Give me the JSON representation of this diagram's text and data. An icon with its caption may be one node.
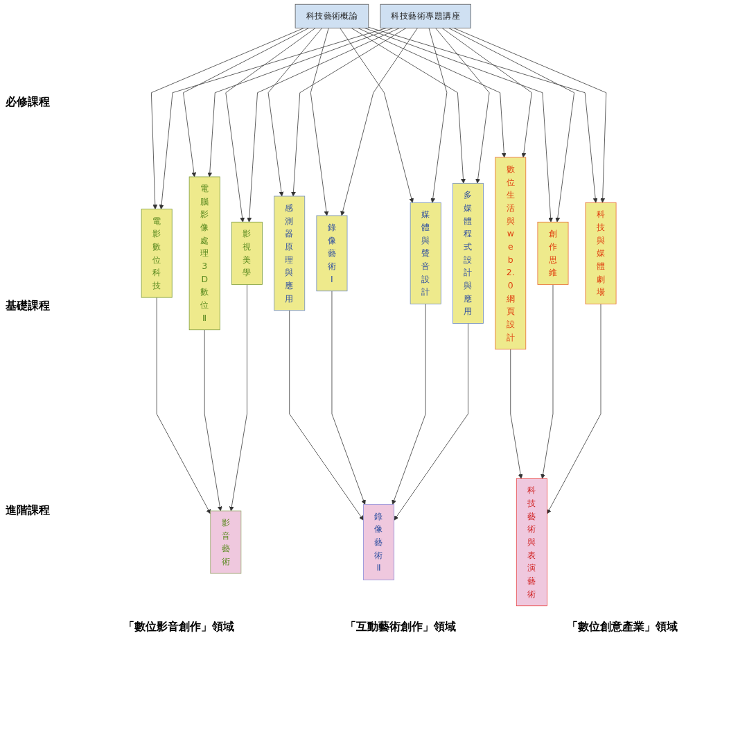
{
  "diagram": {
    "nodes": [
      {
        "text": [
          "科技藝術概論"
        ]
      },
      {
        "text": [
          "科技藝術專題講座"
        ]
      },
      {
        "text": [
          "電影數位科技"
        ]
      },
      {
        "text": [
          "電腦影像處理3D數位Ⅱ"
        ]
      },
      {
        "text": [
          "影視美學"
        ]
      },
      {
        "text": [
          "感測器原理與應用"
        ]
      },
      {
        "text": [
          "錄像藝術Ⅰ"
        ]
      },
      {
        "text": [
          "媒體與聲音設計"
        ]
      },
      {
        "text": [
          "多媒體程式設計與應用"
        ]
      },
      {
        "text": [
          "數位生活與web2.0網頁設計"
        ]
      },
      {
        "text": [
          "創作思維"
        ]
      },
      {
        "text": [
          "科技與媒體劇場"
        ]
      },
      {
        "text": [
          "影音藝術"
        ]
      },
      {
        "text": [
          "錄像藝術Ⅱ"
        ]
      },
      {
        "text": [
          "科技藝術與表演藝術"
        ]
      }
    ],
    "edges": [
      {
        "from": 0,
        "to": 2,
        "arrow": "to"
      },
      {
        "from": 0,
        "to": 3,
        "arrow": "to"
      },
      {
        "from": 0,
        "to": 4,
        "arrow": "to"
      },
      {
        "from": 0,
        "to": 5,
        "arrow": "to"
      },
      {
        "from": 0,
        "to": 6,
        "arrow": "to"
      },
      {
        "from": 0,
        "to": 7,
        "arrow": "to"
      },
      {
        "from": 0,
        "to": 8,
        "arrow": "to"
      },
      {
        "from": 0,
        "to": 9,
        "arrow": "to"
      },
      {
        "from": 0,
        "to": 10,
        "arrow": "to"
      },
      {
        "from": 0,
        "to": 11,
        "arrow": "to"
      },
      {
        "from": 1,
        "to": 2,
        "arrow": "to"
      },
      {
        "from": 1,
        "to": 3,
        "arrow": "to"
      },
      {
        "from": 1,
        "to": 4,
        "arrow": "to"
      },
      {
        "from": 1,
        "to": 5,
        "arrow": "to"
      },
      {
        "from": 1,
        "to": 6,
        "arrow": "to"
      },
      {
        "from": 1,
        "to": 7,
        "arrow": "to"
      },
      {
        "from": 1,
        "to": 8,
        "arrow": "to"
      },
      {
        "from": 1,
        "to": 9,
        "arrow": "to"
      },
      {
        "from": 1,
        "to": 10,
        "arrow": "to"
      },
      {
        "from": 1,
        "to": 11,
        "arrow": "to"
      },
      {
        "from": 2,
        "to": 12,
        "arrow": "to"
      },
      {
        "from": 3,
        "to": 12,
        "arrow": "to"
      },
      {
        "from": 4,
        "to": 12,
        "arrow": "to"
      },
      {
        "from": 5,
        "to": 13,
        "arrow": "to"
      },
      {
        "from": 6,
        "to": 13,
        "arrow": "to"
      },
      {
        "from": 7,
        "to": 13,
        "arrow": "to"
      },
      {
        "from": 8,
        "to": 13,
        "arrow": "to"
      },
      {
        "from": 9,
        "to": 14,
        "arrow": "to"
      },
      {
        "from": 10,
        "to": 14,
        "arrow": "to"
      },
      {
        "from": 11,
        "to": 14,
        "arrow": "to"
      }
    ],
    "labels": [
      "必修課程",
      "基礎課程",
      "進階課程",
      "「數位影音創作」領域",
      "「互動藝術創作」領域",
      "「數位創意產業」領域"
    ]
  }
}
